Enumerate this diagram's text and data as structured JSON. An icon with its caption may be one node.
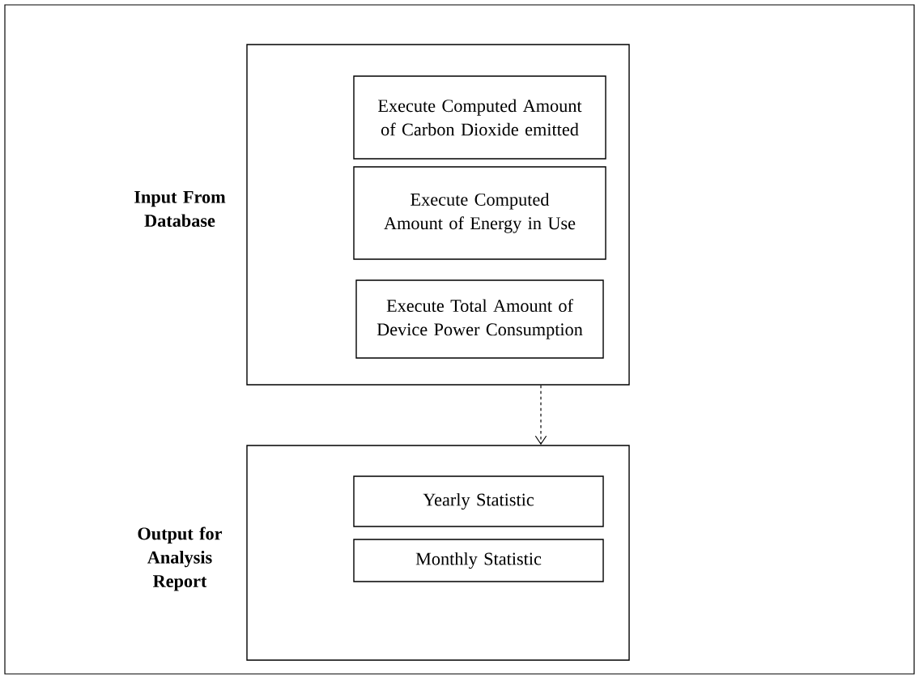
{
  "diagram": {
    "nodes": [
      {
        "text": [
          "Input From Database"
        ]
      },
      {
        "text": [
          "Execute Computed Amount of Carbon Dioxide emitted"
        ],
        "in": 0
      },
      {
        "text": [
          "Execute Computed Amount of Energy in Use"
        ],
        "in": 0
      },
      {
        "text": [
          "Execute Total Amount of Device Power Consumption"
        ],
        "in": 0
      },
      {
        "text": [
          "Output for Analysis Report"
        ]
      },
      {
        "text": [
          "Yearly Statistic"
        ],
        "in": 4
      },
      {
        "text": [
          "Monthly Statistic"
        ],
        "in": 4
      }
    ],
    "edges": [
      {
        "from": 0,
        "to": 4,
        "arrow": "to",
        "style": "dashed"
      }
    ]
  }
}
